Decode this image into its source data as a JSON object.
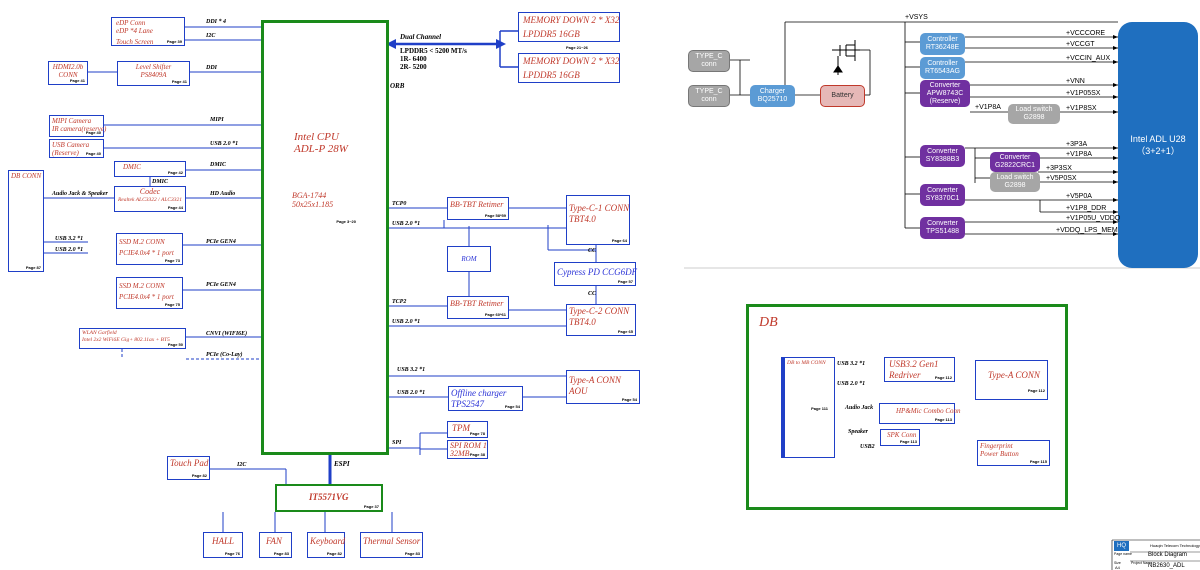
{
  "colors": {
    "green": "#1a8a1a",
    "blue_line": "#1f3fc7",
    "red_text": "#c0392b",
    "blue_text": "#2a32d6",
    "pill_blue": "#5b9bd5",
    "pill_purple": "#7030a0",
    "pill_gray": "#a6a6a6",
    "pill_rose": "#e6b8b7",
    "rail_blue": "#1f6fbf"
  },
  "cpu": {
    "title1": "Intel CPU",
    "title2": "ADL-P 28W",
    "pkg1": "BGA-1744",
    "pkg2": "50x25x1.185",
    "page": "Page 3~20",
    "orb": "ORB",
    "espi": "ESPI"
  },
  "boxes": {
    "edp": {
      "l1": "eDP Conn",
      "l2": "eDP *4 Lane",
      "l3": "Touch Screen",
      "page": "Page 39"
    },
    "hdmi": {
      "l1": "HDMI2.0b",
      "l2": "CONN",
      "page": "Page 41"
    },
    "shifter": {
      "l1": "Level Shifter",
      "l2": "PS8409A",
      "page": "Page 41"
    },
    "mipicam": {
      "l1": "MIPI Camera",
      "l2": "IR camera(reserve)",
      "page": "Page 40"
    },
    "usbcam": {
      "l1": "USB Camera",
      "l2": "(Reserve)",
      "page": "Page 40"
    },
    "dmic": {
      "l1": "DMIC",
      "page": "Page 42"
    },
    "codec": {
      "l1": "Codec",
      "l2": "Realtek ALC3322 / ALC3321",
      "page": "Page 44"
    },
    "dbconn": {
      "l1": "DB CONN",
      "page": "Page 87"
    },
    "ssd1": {
      "l1": "SSD M.2 CONN",
      "l2": "PCIE4.0x4 * 1 port",
      "page": "Page 73"
    },
    "ssd2": {
      "l1": "SSD M.2 CONN",
      "l2": "PCIE4.0x4 * 1 port",
      "page": "Page 75"
    },
    "wlan": {
      "l1": "WLAN Garfield",
      "l2": "Intel 2x2 WiFi6E Gig+ 802.11ax + BT5",
      "page": "Page 50"
    },
    "mem1": {
      "l1": "MEMORY DOWN  2 * X32",
      "l2": "LPDDR5 16GB"
    },
    "mem2": {
      "l1": "MEMORY DOWN  2 * X32",
      "l2": "LPDDR5 16GB"
    },
    "mempage": "Page 21~26",
    "tbt1": {
      "l1": "BB-TBT Retimer",
      "page": "Page 58*59"
    },
    "tbt2": {
      "l1": "BB-TBT Retimer",
      "page": "Page 60*61"
    },
    "rom": {
      "l1": "ROM"
    },
    "typec1": {
      "l1": "Type-C-1 CONN",
      "l2": "TBT4.0",
      "page": "Page 64"
    },
    "typec2": {
      "l1": "Type-C-2 CONN",
      "l2": "TBT4.0",
      "page": "Page 65"
    },
    "pd": {
      "l1": "Cypress PD CCG6DF",
      "page": "Page 57"
    },
    "typea": {
      "l1": "Type-A CONN",
      "l2": "AOU",
      "page": "Page 54"
    },
    "charger": {
      "l1": "Offline charger",
      "l2": "TPS2547",
      "page": "Page 54"
    },
    "tpm": {
      "l1": "TPM",
      "page": "Page 78"
    },
    "spirom": {
      "l1": "SPI ROM 1",
      "l2": "32MB",
      "page": "Page 38"
    },
    "touchpad": {
      "l1": "Touch Pad",
      "page": "Page 82"
    },
    "ec": {
      "l1": "IT5571VG",
      "page": "Page 37"
    },
    "hall": {
      "l1": "HALL",
      "page": "Page 76"
    },
    "fan": {
      "l1": "FAN",
      "page": "Page 83"
    },
    "kb": {
      "l1": "Keyboard",
      "page": "Page 82"
    },
    "thermal": {
      "l1": "Thermal Sensor",
      "page": "Page 83"
    }
  },
  "labels": {
    "ddi4": "DDI * 4",
    "i2c1": "I2C",
    "ddi": "DDI",
    "mipi": "MIPI",
    "usb20_1": "USB 2.0 *1",
    "dmic": "DMIC",
    "dmic2": "DMIC",
    "hda": "HD Audio",
    "ajs": "Audio Jack & Speaker",
    "usb32": "USB 3.2 *1",
    "usb20_2": "USB 2.0 *1",
    "pcie1": "PCIe GEN4",
    "pcie2": "PCIe GEN4",
    "cnvi": "CNVI (WIFI6E)",
    "pcie_colay": "PCIe (Co-Lay)",
    "dual": "Dual Channel",
    "lp1": "LPDDR5 < 5200 MT/s",
    "lp2": "1R- 6400",
    "lp3": "2R- 5200",
    "tcp0": "TCP0",
    "usb20_3": "USB 2.0 *1",
    "cc1": "CC",
    "cc2": "CC",
    "tcp2": "TCP2",
    "usb20_4": "USB 2.0 *1",
    "usb32b": "USB 3.2 *1",
    "usb20_5": "USB 2.0 *1",
    "spi": "SPI",
    "i2c2": "I2C"
  },
  "power": {
    "vsys": "+VSYS",
    "typec_a": "TYPE_C conn",
    "typec_b": "TYPE_C conn",
    "charger": "Charger BQ25710",
    "battery": "Battery",
    "rt36248": "Controller RT36248E",
    "rt6543": "Controller RT6543AG",
    "apw": "Converter APW8743C (Reserve)",
    "ls1": "Load switch G2898",
    "sy8388": "Converter SY8388B3",
    "g2822": "Converter G2822CRC1",
    "ls2": "Load switch G2898",
    "sy8370": "Converter SY8370C1",
    "tps51488": "Converter TPS51488",
    "soc": "Intel ADL U28（3+2+1）",
    "rails": {
      "vcccore": "+VCCCORE",
      "vccgt": "+VCCGT",
      "vccin": "+VCCIN_AUX",
      "vnn": "+VNN",
      "v1p05sx": "+V1P05SX",
      "v1p8a_in": "+V1P8A",
      "v1p8sx": "+V1P8SX",
      "p3p3a": "+3P3A",
      "v1p8a": "+V1P8A",
      "p3p3sx": "+3P3SX",
      "v5p0sx": "+V5P0SX",
      "v5p0a": "+V5P0A",
      "v1p8_ddr": "+V1P8_DDR",
      "v1p05u": "+V1P05U_VDDQ",
      "vddq_lps": "+VDDQ_LPS_MEM"
    }
  },
  "db": {
    "title": "DB",
    "conn": "DB to MB CONN",
    "conn_page": "Page 111",
    "usb32": "USB 3.2 *1",
    "usb20": "USB 2.0 *1",
    "redriver1": "USB3.2 Gen1",
    "redriver2": "Redriver",
    "redriver_page": "Page 112",
    "typea": "Type-A CONN",
    "typea_page": "Page 112",
    "audiojack": "Audio Jack",
    "combo": "HP&Mic Combo Conn",
    "combo_page": "Page 113",
    "speaker": "Speaker",
    "spk": "SPK Conn",
    "spk_page": "Page 113",
    "usb2": "USB2",
    "fp1": "Fingerprint",
    "fp2": "Power Button",
    "fp_page": "Page 115"
  },
  "titleblock": {
    "company": "Huaqin Telecom Technology",
    "page_name_lbl": "Page name",
    "page_name": "Block Diagram",
    "size_lbl": "Size",
    "project_lbl": "Project Name",
    "size": "A4",
    "project": "NB2630_ADL",
    "logo": "HQ"
  }
}
